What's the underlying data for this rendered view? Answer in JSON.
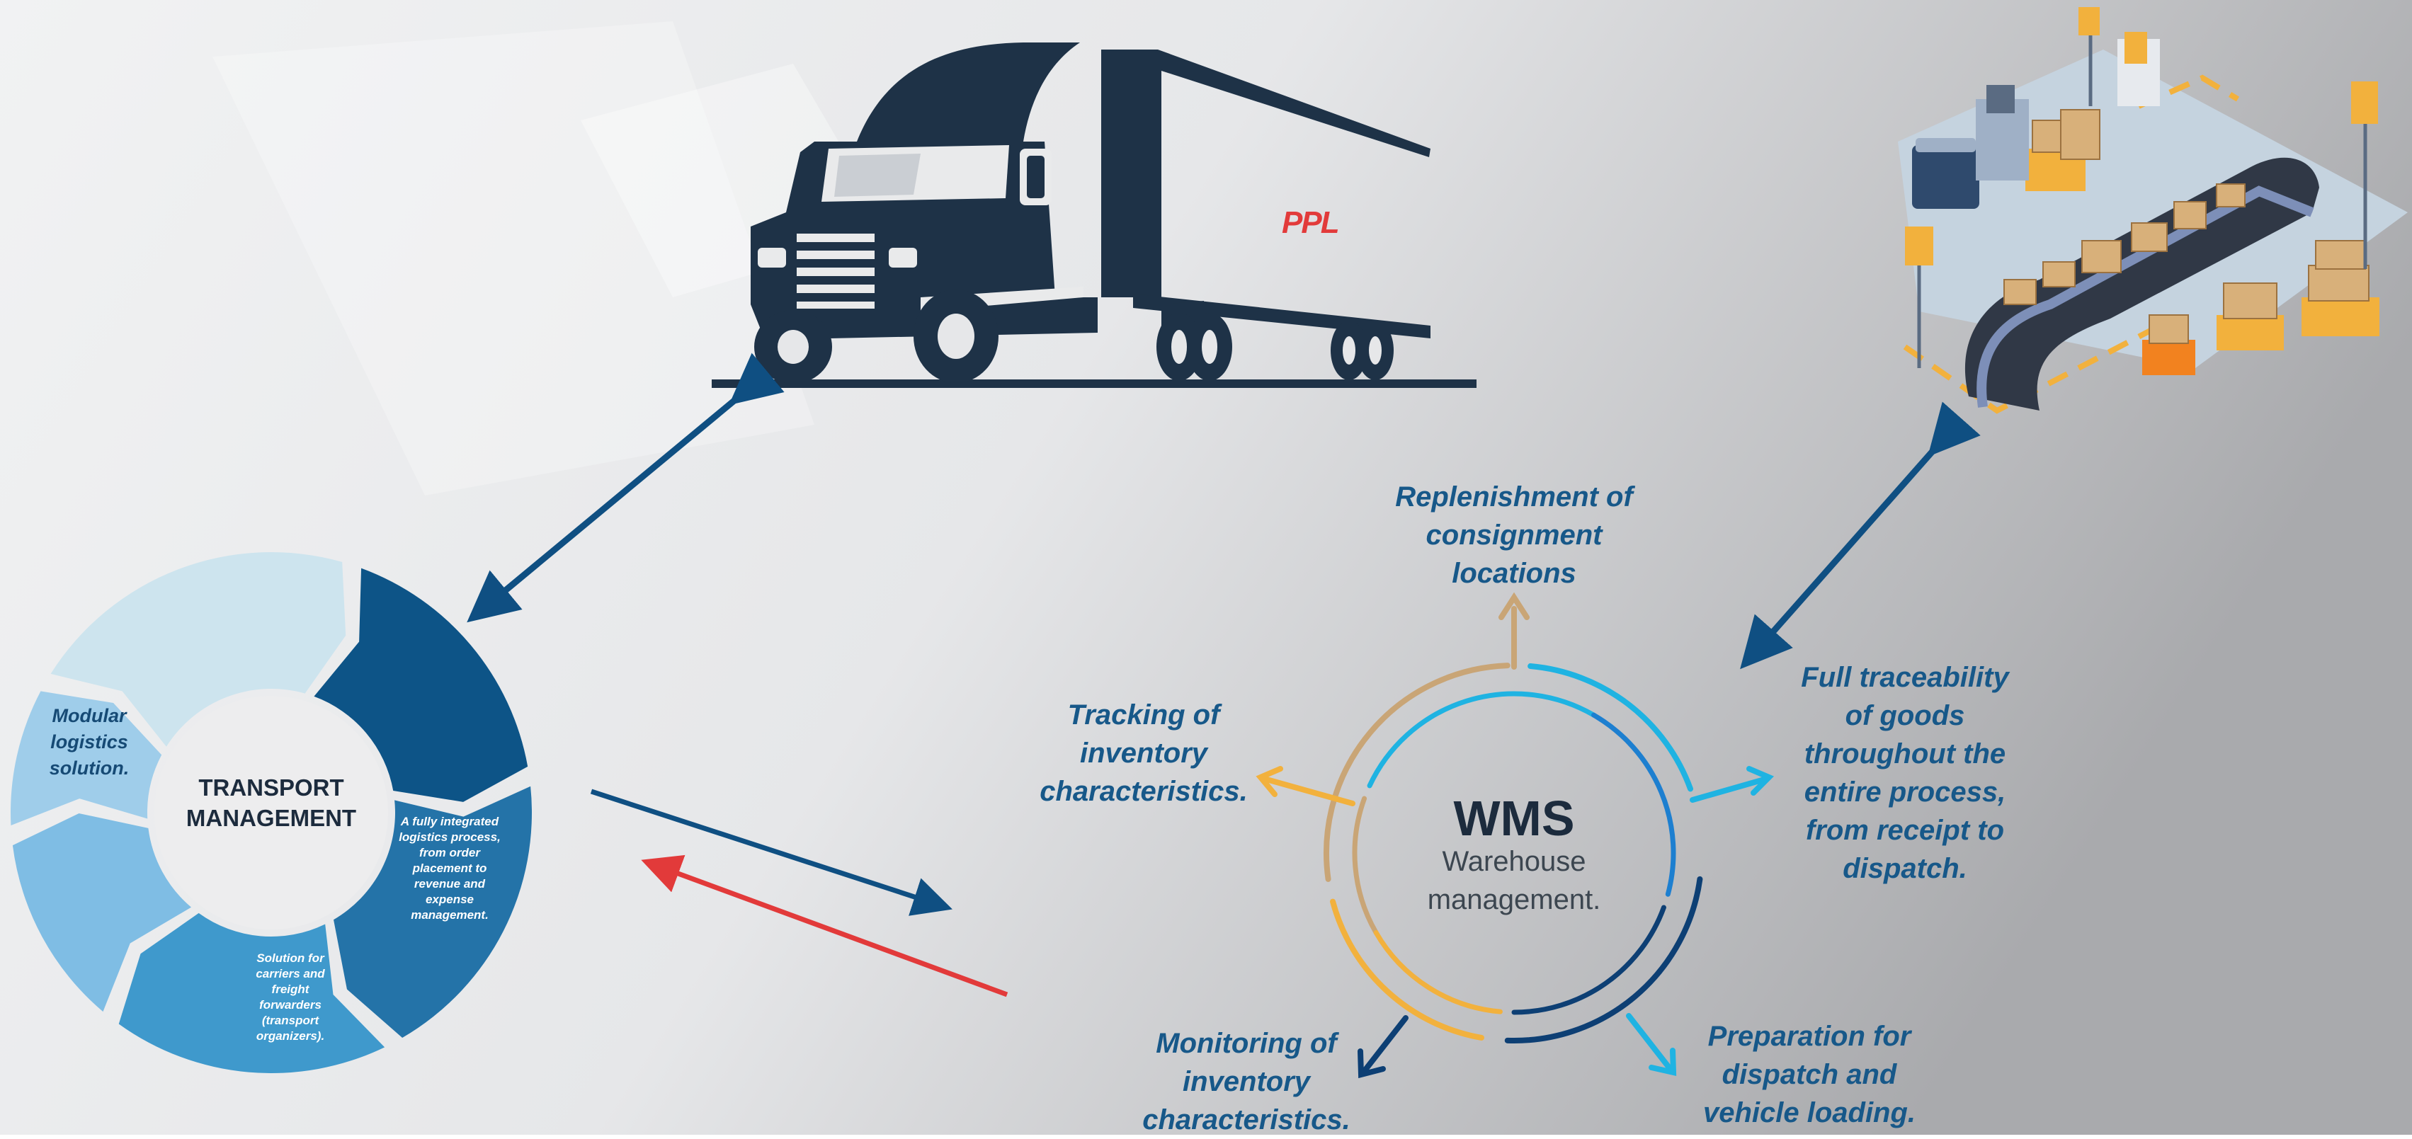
{
  "truck": {
    "brand_mark": "PPL"
  },
  "transport_cycle": {
    "center_title": "TRANSPORT\nMANAGEMENT",
    "segments": [
      {
        "text": "Modular\nlogistics\nsolution."
      },
      {
        "text": "A fully integrated\nlogistics process,\nfrom order\nplacement to\nrevenue and\nexpense\nmanagement."
      },
      {
        "text": "Solution for\ncarriers and\nfreight\nforwarders\n(transport\norganizers)."
      }
    ],
    "colors": [
      "#cde4ee",
      "#0d5487",
      "#2473a8",
      "#3f99cc",
      "#7fbde4",
      "#9fcdea"
    ]
  },
  "wms": {
    "title": "WMS",
    "subtitle": "Warehouse\nmanagement.",
    "labels": {
      "replenishment": "Replenishment of\nconsignment\nlocations",
      "tracking": "Tracking of\ninventory\ncharacteristics.",
      "traceability": "Full traceability\nof goods\nthroughout the\nentire process,\nfrom receipt to\ndispatch.",
      "monitoring": "Monitoring of\ninventory\ncharacteristics.",
      "preparation": "Preparation for\ndispatch and\nvehicle loading."
    },
    "colors": {
      "tan": "#c9a576",
      "orange": "#f2b13d",
      "cyan": "#1fb3e2",
      "blue": "#1d7fd0",
      "navy": "#0d3f74"
    }
  },
  "colors": {
    "arrow_blue": "#0f4f82",
    "arrow_red": "#e23a3a",
    "truck": "#1e3247"
  }
}
